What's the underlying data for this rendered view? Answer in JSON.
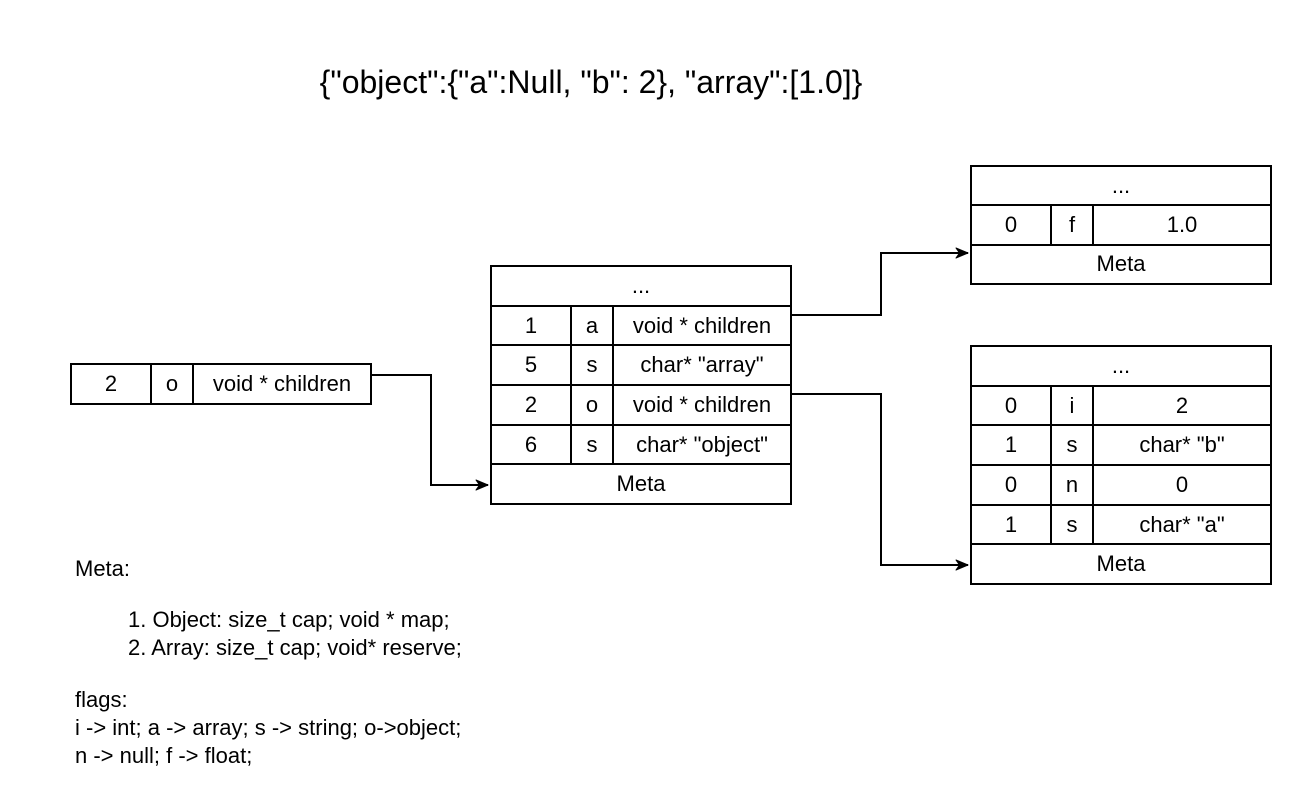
{
  "title": "{\"object\":{\"a\":Null, \"b\": 2}, \"array\":[1.0]}",
  "nodes": {
    "root": {
      "row": [
        "2",
        "o",
        "void * children"
      ]
    },
    "object_children": {
      "header": "...",
      "rows": [
        [
          "1",
          "a",
          "void * children"
        ],
        [
          "5",
          "s",
          "char* \"array\""
        ],
        [
          "2",
          "o",
          "void * children"
        ],
        [
          "6",
          "s",
          "char* \"object\""
        ]
      ],
      "footer": "Meta"
    },
    "array": {
      "header": "...",
      "rows": [
        [
          "0",
          "f",
          "1.0"
        ]
      ],
      "footer": "Meta"
    },
    "inner_object": {
      "header": "...",
      "rows": [
        [
          "0",
          "i",
          "2"
        ],
        [
          "1",
          "s",
          "char* \"b\""
        ],
        [
          "0",
          "n",
          "0"
        ],
        [
          "1",
          "s",
          "char* \"a\""
        ]
      ],
      "footer": "Meta"
    }
  },
  "legend": {
    "meta_heading": "Meta:",
    "meta_items": [
      "1. Object: size_t cap; void * map;",
      "2. Array: size_t cap; void* reserve;"
    ],
    "flags_heading": "flags:",
    "flags_lines": [
      "i -> int; a -> array; s -> string; o->object;",
      "n -> null; f -> float;"
    ]
  },
  "colors": {
    "line": "#000000",
    "background": "#ffffff"
  }
}
